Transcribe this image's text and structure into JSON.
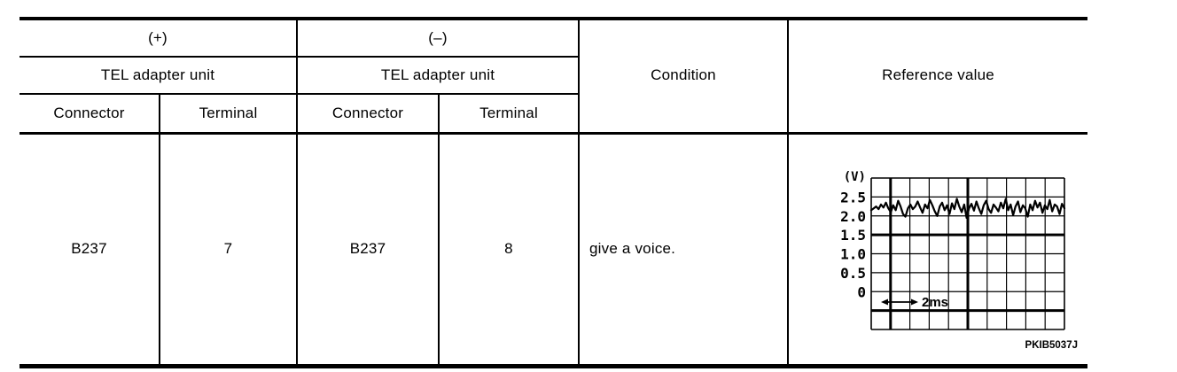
{
  "table": {
    "header": {
      "plus_label": "(+)",
      "minus_label": "(–)",
      "plus_unit": "TEL adapter unit",
      "minus_unit": "TEL adapter unit",
      "plus_connector": "Connector",
      "plus_terminal": "Terminal",
      "minus_connector": "Connector",
      "minus_terminal": "Terminal",
      "condition": "Condition",
      "reference": "Reference value"
    },
    "row": {
      "plus_connector": "B237",
      "plus_terminal": "7",
      "minus_connector": "B237",
      "minus_terminal": "8",
      "condition": "give a voice."
    }
  },
  "chart_data": {
    "type": "line",
    "title": "",
    "xlabel": "",
    "ylabel": "(V)",
    "y_ticks": [
      "2.5",
      "2.0",
      "1.5",
      "1.0",
      "0.5",
      "0"
    ],
    "ylim": [
      -1.0,
      3.0
    ],
    "volts_per_division": 0.5,
    "grid": {
      "cols": 10,
      "rows": 8,
      "grid_on": true
    },
    "time_marker": "2ms",
    "figure_code": "PKIB5037J",
    "waveform_v": [
      2.15,
      2.2,
      2.25,
      2.18,
      2.3,
      2.22,
      2.35,
      2.2,
      2.1,
      2.28,
      2.15,
      2.4,
      2.25,
      2.05,
      1.98,
      2.2,
      2.3,
      2.18,
      2.25,
      2.38,
      2.22,
      2.08,
      2.3,
      2.2,
      2.42,
      2.28,
      2.12,
      2.0,
      2.25,
      2.35,
      2.15,
      2.28,
      2.05,
      2.33,
      2.18,
      2.45,
      2.25,
      2.1,
      2.3,
      1.95,
      2.2,
      2.32,
      2.14,
      2.38,
      2.2,
      2.05,
      2.28,
      2.4,
      2.18,
      2.08,
      2.3,
      2.22,
      2.12,
      2.35,
      2.2,
      2.45,
      2.15,
      2.3,
      2.02,
      2.25,
      2.38,
      2.1,
      2.28,
      2.2,
      1.98,
      2.3,
      2.15,
      2.4,
      2.22,
      2.35,
      2.08,
      2.28,
      2.18,
      2.42,
      2.12,
      2.3,
      2.25,
      2.05,
      2.32,
      2.2
    ]
  }
}
